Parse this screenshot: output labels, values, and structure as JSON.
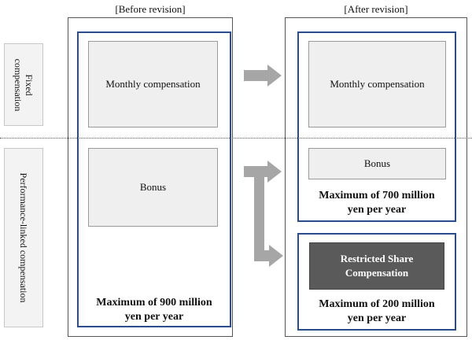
{
  "side_labels": {
    "fixed": "Fixed compensation",
    "performance": "Performance-linked compensation"
  },
  "before": {
    "header": "[Before revision]",
    "monthly": "Monthly compensation",
    "bonus": "Bonus",
    "max_line1": "Maximum of 900 million",
    "max_line2": "yen per year"
  },
  "after": {
    "header": "[After revision]",
    "monthly": "Monthly compensation",
    "bonus": "Bonus",
    "max_line1": "Maximum of 700 million",
    "max_line2": "yen per year",
    "rsc_line1": "Restricted Share",
    "rsc_line2": "Compensation",
    "rsc_max_line1": "Maximum of 200 million",
    "rsc_max_line2": "yen per year"
  },
  "colors": {
    "frame_blue": "#2b4d8c",
    "arrow_gray": "#a6a6a6",
    "dark_box": "#5a5a5a"
  }
}
